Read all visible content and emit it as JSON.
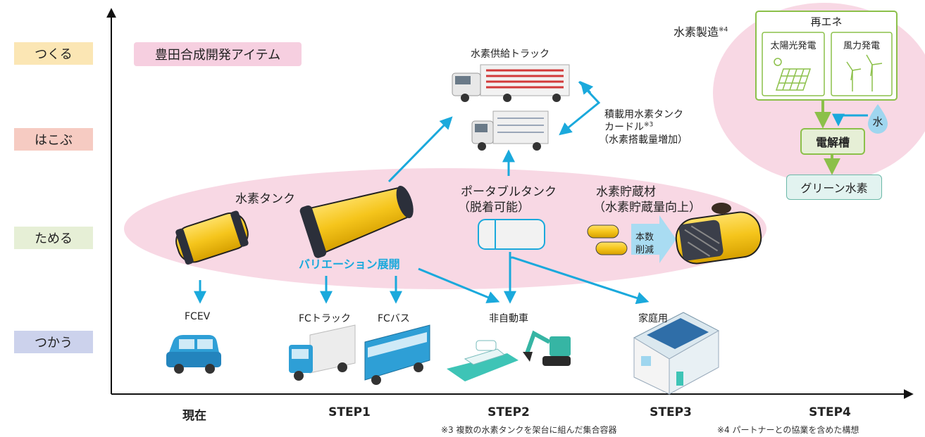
{
  "stages": [
    "つくる",
    "はこぶ",
    "ためる",
    "つかう"
  ],
  "steps": [
    "現在",
    "STEP1",
    "STEP2",
    "STEP3",
    "STEP4"
  ],
  "badge": "豊田合成開発アイテム",
  "production": {
    "title": "水素製造",
    "note_mark": "※4",
    "renewable": "再エネ",
    "solar": "太陽光発電",
    "wind": "風力発電",
    "water": "水",
    "electrolyzer": "電解槽",
    "green_hydrogen": "グリーン水素"
  },
  "transport": {
    "supply_truck": "水素供給トラック",
    "curdle_line1": "積載用水素タンク",
    "curdle_line2": "カードル",
    "curdle_note_mark": "※3",
    "curdle_line3": "（水素搭載量増加）"
  },
  "storage": {
    "hydrogen_tank": "水素タンク",
    "portable_line1": "ポータブルタンク",
    "portable_line2": "（脱着可能）",
    "material_line1": "水素貯蔵材",
    "material_line2": "（水素貯蔵量向上）",
    "reduce_line1": "本数",
    "reduce_line2": "削減",
    "variation": "バリエーション展開"
  },
  "usage": {
    "fcev": "FCEV",
    "fc_truck": "FCトラック",
    "fc_bus": "FCバス",
    "non_auto": "非自動車",
    "household": "家庭用"
  },
  "footnotes": {
    "note3": "※3 複数の水素タンクを架台に組んだ集合容器",
    "note4": "※4 パートナーとの協業を含めた構想"
  },
  "colors": {
    "arrow": "#1aa9dc",
    "tank_yellow": "#f5c51c",
    "pink_zone": "#f8d8e4",
    "green": "#8cc04a"
  }
}
